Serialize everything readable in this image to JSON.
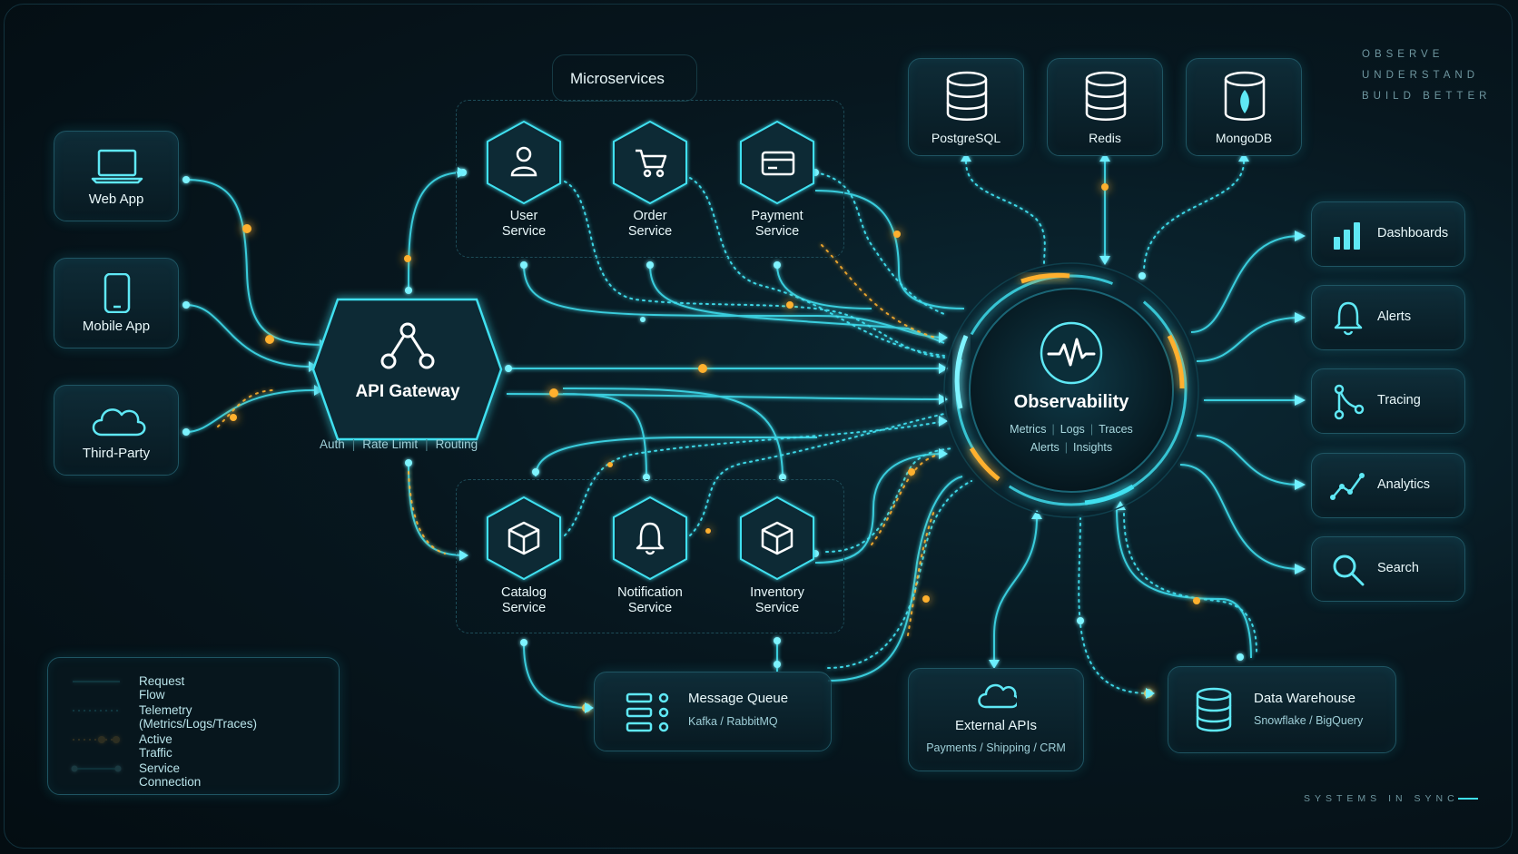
{
  "tagline": [
    "OBSERVE",
    "UNDERSTAND",
    "BUILD BETTER"
  ],
  "footer_tag": "SYSTEMS IN SYNC",
  "colors": {
    "cyan": "#3fe0f0",
    "amber": "#ffb02e",
    "panel_border": "#1f5563"
  },
  "clients": [
    {
      "label": "Web App",
      "icon": "laptop-icon"
    },
    {
      "label": "Mobile App",
      "icon": "mobile-phone-icon"
    },
    {
      "label": "Third-Party",
      "icon": "cloud-icon"
    }
  ],
  "gateway": {
    "label": "API Gateway",
    "icon": "network-nodes-icon",
    "features": [
      "Auth",
      "Rate Limit",
      "Routing"
    ]
  },
  "microservices": {
    "title": "Microservices",
    "top": [
      {
        "label": [
          "User",
          "Service"
        ],
        "icon": "user-icon"
      },
      {
        "label": [
          "Order",
          "Service"
        ],
        "icon": "shopping-cart-icon"
      },
      {
        "label": [
          "Payment",
          "Service"
        ],
        "icon": "credit-card-icon"
      }
    ],
    "bottom": [
      {
        "label": [
          "Catalog",
          "Service"
        ],
        "icon": "package-box-icon"
      },
      {
        "label": [
          "Notification",
          "Service"
        ],
        "icon": "bell-icon"
      },
      {
        "label": [
          "Inventory",
          "Service"
        ],
        "icon": "package-box-icon"
      }
    ]
  },
  "databases": [
    {
      "label": "PostgreSQL",
      "icon": "database-icon"
    },
    {
      "label": "Redis",
      "icon": "database-icon"
    },
    {
      "label": "MongoDB",
      "icon": "mongodb-leaf-icon"
    }
  ],
  "observability": {
    "title": "Observability",
    "signals": [
      "Metrics",
      "Logs",
      "Traces"
    ],
    "extras": [
      "Alerts",
      "Insights"
    ],
    "icon": "heartbeat-pulse-icon"
  },
  "outputs": [
    {
      "label": "Dashboards",
      "icon": "bar-chart-icon"
    },
    {
      "label": "Alerts",
      "icon": "bell-icon"
    },
    {
      "label": "Tracing",
      "icon": "trace-graph-icon"
    },
    {
      "label": "Analytics",
      "icon": "line-trend-icon"
    },
    {
      "label": "Search",
      "icon": "search-icon"
    }
  ],
  "message_queue": {
    "title": "Message Queue",
    "subtitle": "Kafka / RabbitMQ",
    "icon": "queue-list-icon"
  },
  "external_apis": {
    "title": "External APIs",
    "subtitle": "Payments / Shipping / CRM",
    "icon": "cloud-icon"
  },
  "data_warehouse": {
    "title": "Data Warehouse",
    "subtitle": "Snowflake / BigQuery",
    "icon": "database-icon"
  },
  "legend": [
    {
      "label": "Request Flow",
      "style": "solid"
    },
    {
      "label": "Telemetry (Metrics/Logs/Traces)",
      "style": "dotted"
    },
    {
      "label": "Active Traffic",
      "style": "amber-dots"
    },
    {
      "label": "Service Connection",
      "style": "endpoints"
    }
  ]
}
